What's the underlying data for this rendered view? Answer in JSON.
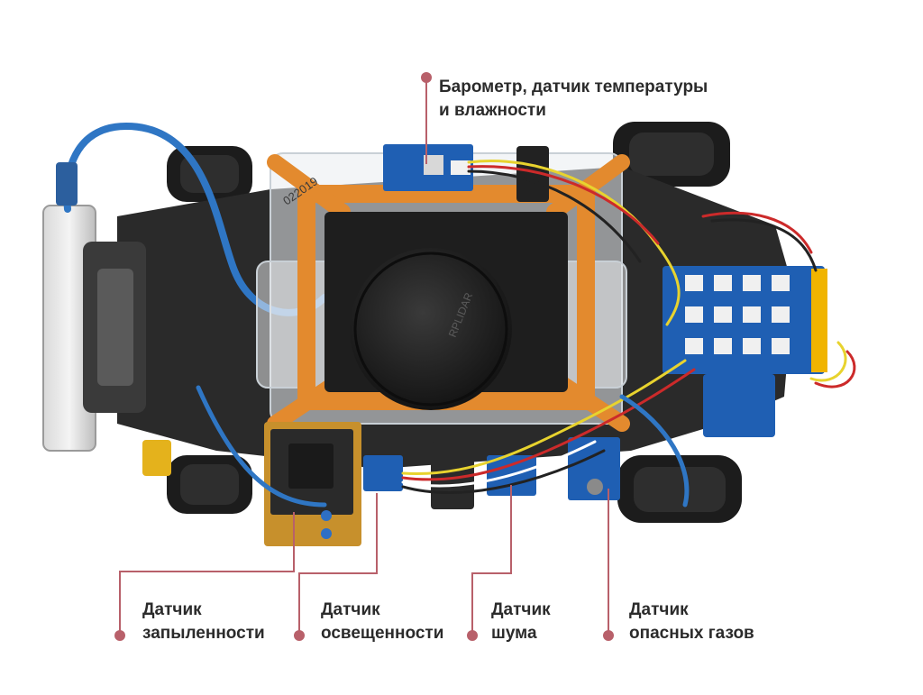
{
  "colors": {
    "callout": "#b8606a",
    "text": "#2b2b2b",
    "background": "#ffffff"
  },
  "image": {
    "subject": "rover-chassis-with-sensors",
    "lidar_text": "RPLIDAR",
    "board_text": "022019"
  },
  "callouts": {
    "barometer": {
      "line1": "Барометр, датчик температуры",
      "line2": "и влажности"
    },
    "dust": {
      "line1": "Датчик",
      "line2": "запыленности"
    },
    "light": {
      "line1": "Датчик",
      "line2": "освещенности"
    },
    "noise": {
      "line1": "Датчик",
      "line2": "шума"
    },
    "gas": {
      "line1": "Датчик",
      "line2": "опасных газов"
    }
  }
}
